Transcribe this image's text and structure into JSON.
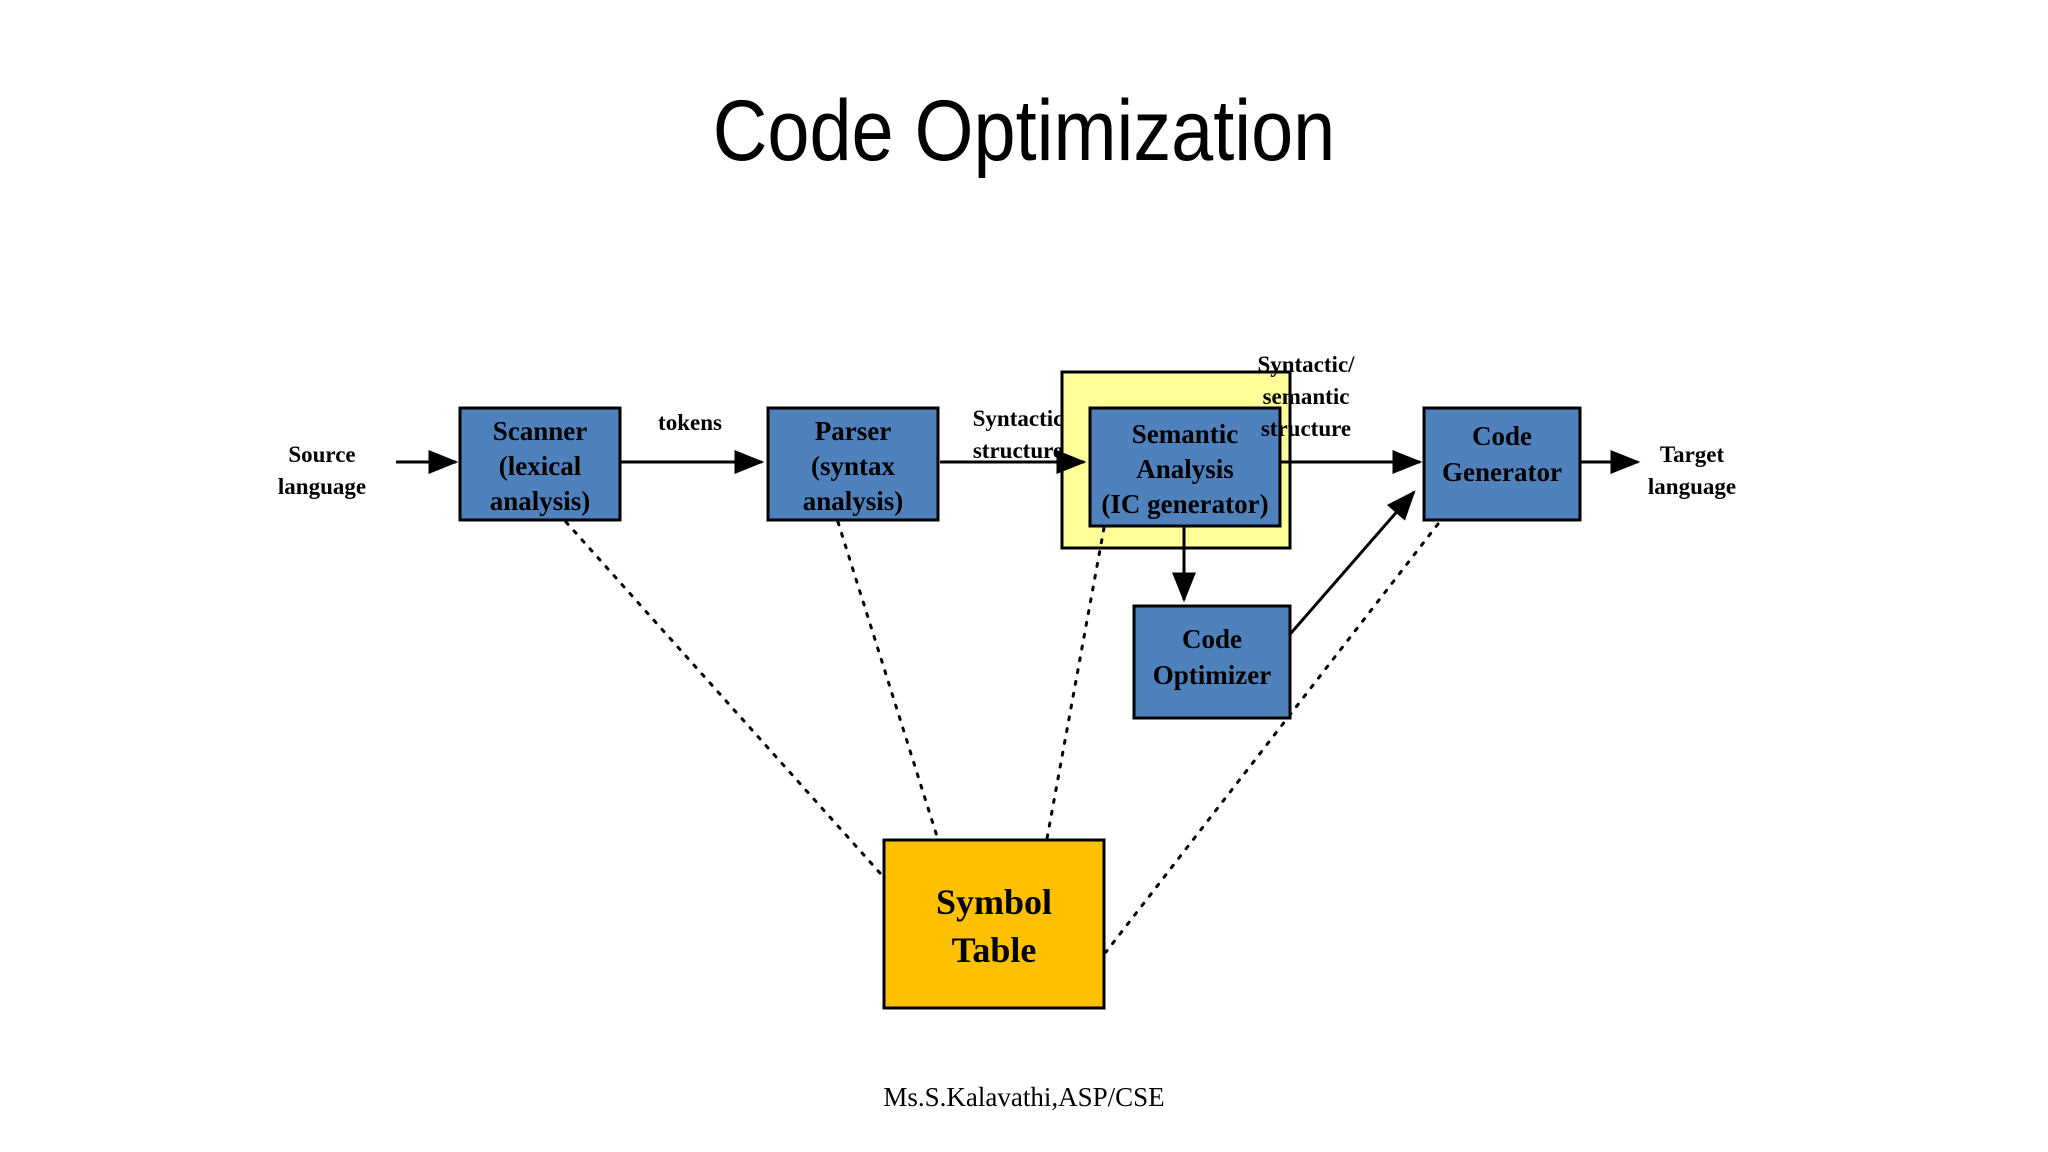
{
  "slide": {
    "title": "Code Optimization",
    "footer": "Ms.S.Kalavathi,ASP/CSE",
    "background_color": "#FFFFFF"
  },
  "colors": {
    "phase_box_fill": "#4F81BD",
    "highlight_fill": "#FFFF99",
    "symbol_table_fill": "#FFC000",
    "stroke": "#000000",
    "text": "#000000"
  },
  "diagram": {
    "type": "flowchart",
    "nodes": [
      {
        "id": "scanner",
        "lines": [
          "Scanner",
          "(lexical",
          "analysis)"
        ],
        "fill": "#4F81BD"
      },
      {
        "id": "parser",
        "lines": [
          "Parser",
          "(syntax",
          "analysis)"
        ],
        "fill": "#4F81BD"
      },
      {
        "id": "semantic",
        "lines": [
          "Semantic",
          "Analysis",
          "(IC generator)"
        ],
        "fill": "#4F81BD"
      },
      {
        "id": "code-generator",
        "lines": [
          "Code",
          "Generator"
        ],
        "fill": "#4F81BD"
      },
      {
        "id": "code-optimizer",
        "lines": [
          "Code",
          "Optimizer"
        ],
        "fill": "#4F81BD"
      },
      {
        "id": "symbol-table",
        "lines": [
          "Symbol",
          "Table"
        ],
        "fill": "#FFC000"
      }
    ],
    "edge_labels": [
      {
        "id": "source-language",
        "lines": [
          "Source",
          "language"
        ]
      },
      {
        "id": "tokens",
        "lines": [
          "tokens"
        ]
      },
      {
        "id": "syntactic-structure",
        "lines": [
          "Syntactic",
          "structure"
        ]
      },
      {
        "id": "syntactic-semantic-structure",
        "lines": [
          "Syntactic/",
          "semantic",
          "structure"
        ]
      },
      {
        "id": "target-language",
        "lines": [
          "Target",
          "language"
        ]
      }
    ],
    "highlight": {
      "id": "semantic-analysis-highlight",
      "fill": "#FFFF99"
    }
  }
}
